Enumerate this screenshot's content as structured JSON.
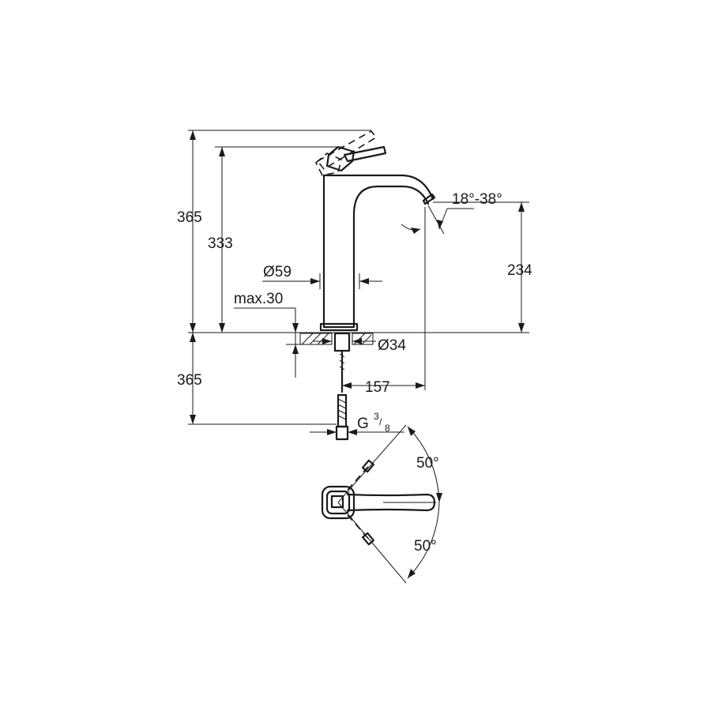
{
  "dimensions": {
    "total_height_top": "365",
    "height_to_handle": "333",
    "spout_height": "234",
    "body_diameter": "Ø59",
    "max_counter_thickness": "max.30",
    "hole_diameter": "Ø34",
    "spout_reach": "157",
    "supply_hose_length": "365",
    "thread_prefix": "G",
    "thread_num": "3",
    "thread_den": "8",
    "spout_angle": "18°-38°",
    "handle_angle_upper": "50°",
    "handle_angle_lower": "50°"
  }
}
